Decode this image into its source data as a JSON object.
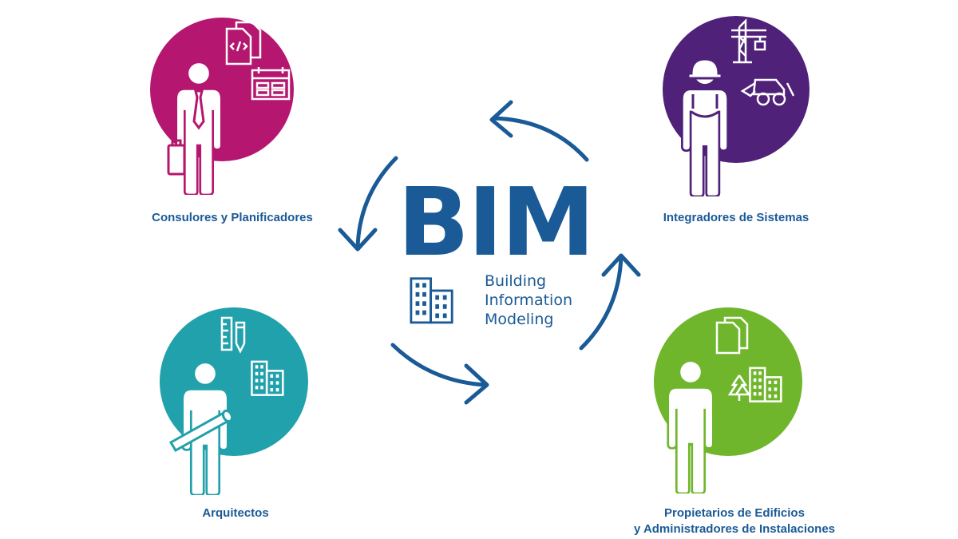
{
  "center": {
    "title": "BIM",
    "subtitle_lines": [
      "Building",
      "Information",
      "Modeling"
    ],
    "icon": "buildings-icon"
  },
  "roles": {
    "consultants": {
      "label": "Consulores y Planificadores",
      "color": "#b5166f",
      "icons": [
        "code-document-icon",
        "calendar-icon",
        "person-with-tie-icon",
        "briefcase-icon"
      ]
    },
    "integrators": {
      "label": "Integradores de Sistemas",
      "color": "#4f2178",
      "icons": [
        "crane-icon",
        "excavator-icon",
        "construction-worker-icon"
      ]
    },
    "architects": {
      "label": "Arquitectos",
      "color": "#21a1ab",
      "icons": [
        "ruler-pencil-icon",
        "buildings-icon",
        "architect-with-plans-icon"
      ]
    },
    "owners": {
      "label_line1": "Propietarios de Edificios",
      "label_line2": "y Administradores de Instalaciones",
      "color": "#70b62c",
      "icons": [
        "documents-icon",
        "tree-icon",
        "buildings-icon",
        "person-icon"
      ]
    }
  },
  "colors": {
    "text": "#1a5a96",
    "arrows": "#1a5a96"
  }
}
